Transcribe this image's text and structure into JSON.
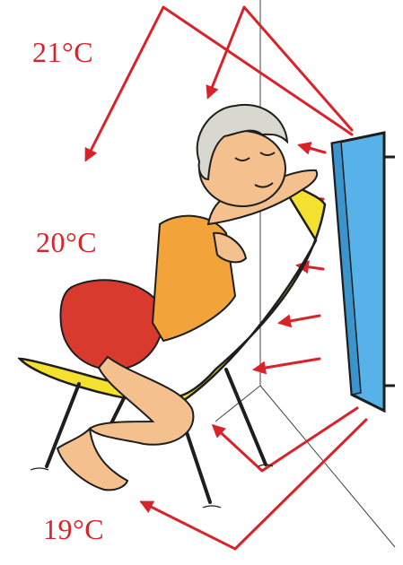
{
  "labels": {
    "temp_top": "21°C",
    "temp_middle": "20°C",
    "temp_bottom": "19°C"
  },
  "colors": {
    "arrow": "#d8232a",
    "radiator": "#56b2e8",
    "chair": "#f4e12f",
    "shorts": "#d83a2e",
    "top": "#f2a33a",
    "skin": "#f4c08e"
  }
}
